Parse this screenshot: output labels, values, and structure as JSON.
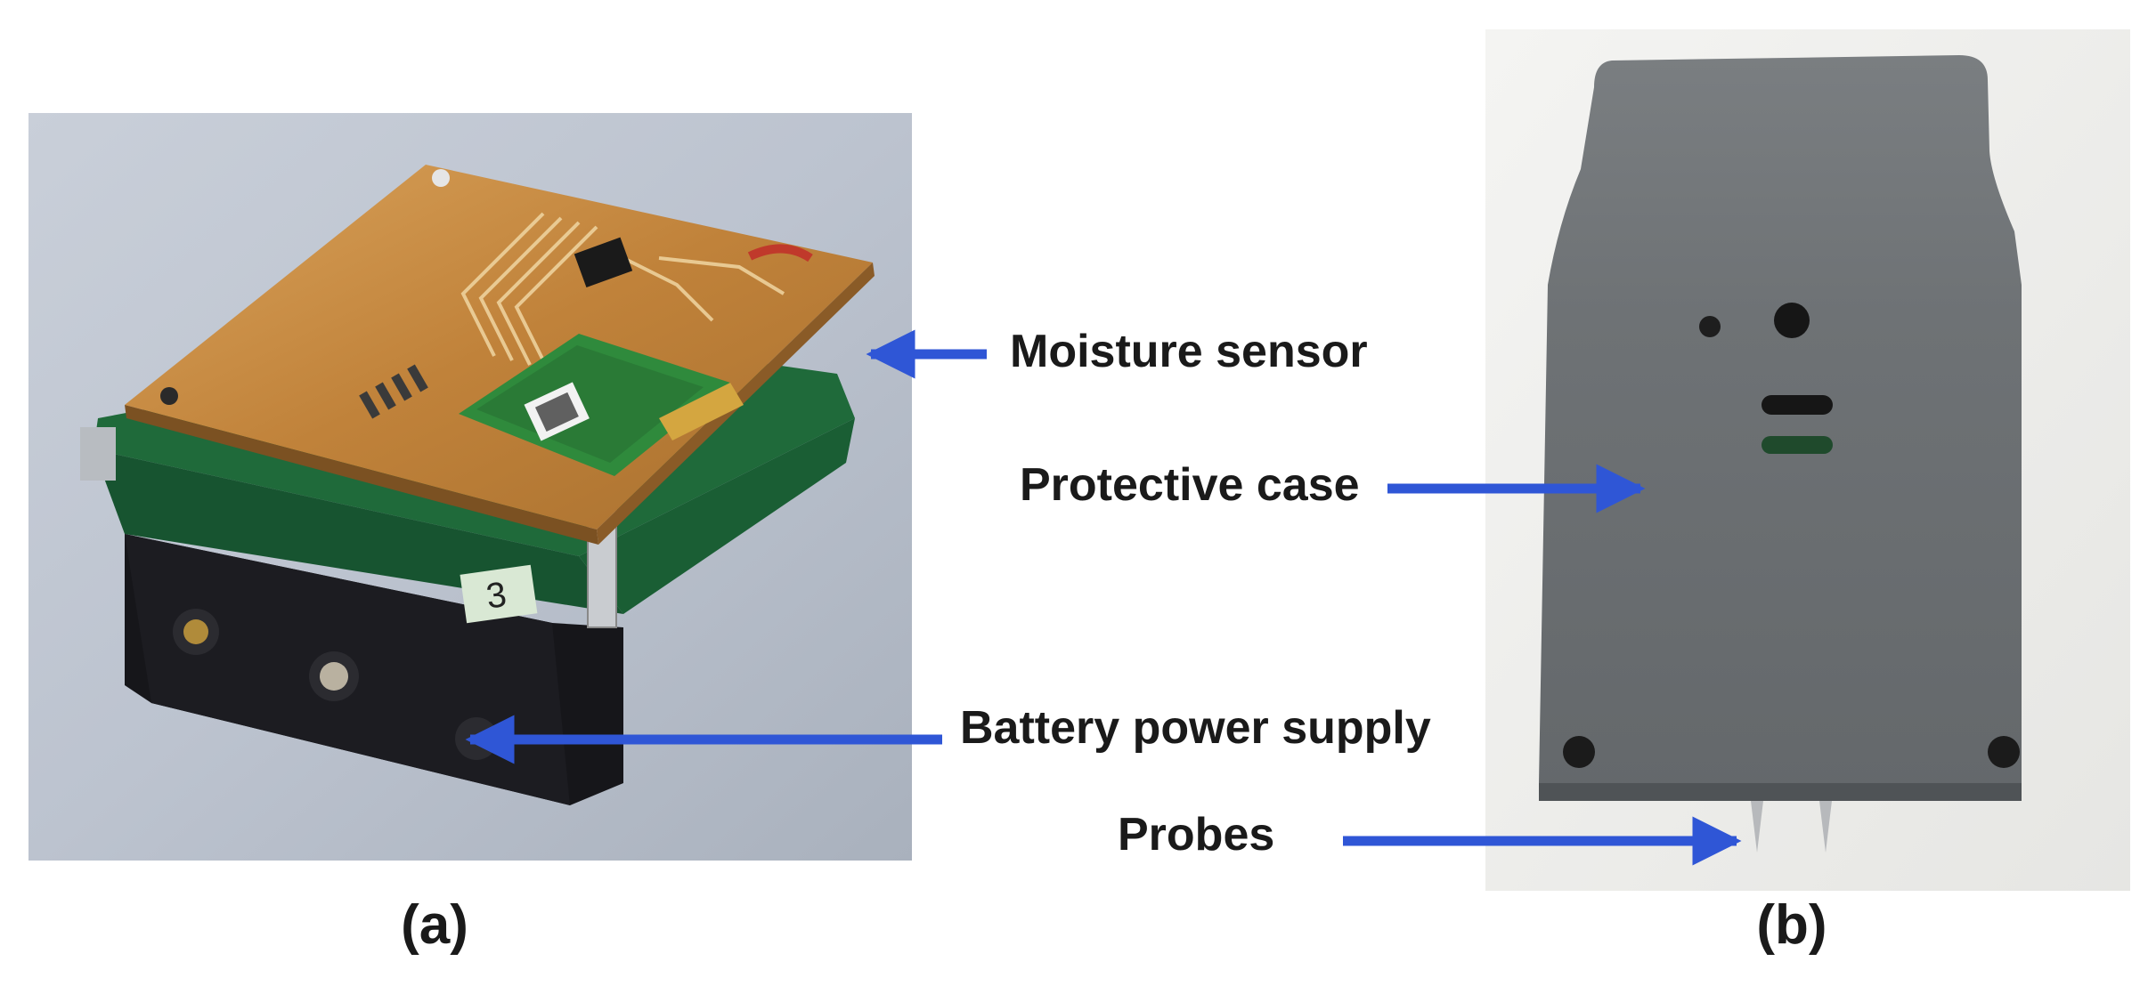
{
  "labels": {
    "moisture_sensor": "Moisture sensor",
    "protective_case": "Protective case",
    "battery_power_supply": "Battery power supply",
    "probes": "Probes",
    "panel_a": "(a)",
    "panel_b": "(b)"
  },
  "colors": {
    "arrow": "#2f56d6",
    "text": "#1a1a1a",
    "pcb_top": "#c9893e",
    "pcb_green": "#1f6a3a",
    "battery_holder": "#16161a",
    "case_gray": "#6f7376",
    "photo_bg_a": "#bcc3cf",
    "photo_bg_b": "#eeeeec"
  }
}
